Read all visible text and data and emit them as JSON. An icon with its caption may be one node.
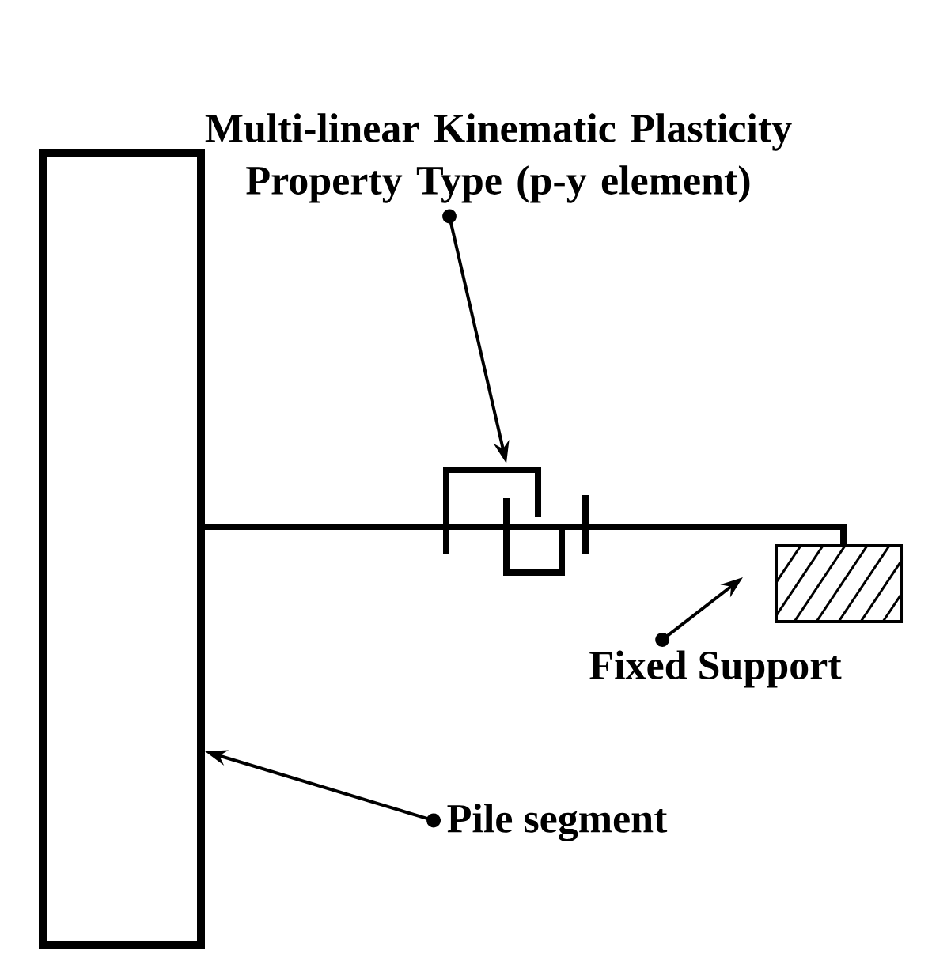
{
  "diagram": {
    "nodes": [
      {
        "text": [
          "Multi-linear Kinematic Plasticity Property Type (p-y element)"
        ]
      },
      {
        "text": [],
        "shape": "box"
      },
      {
        "text": [],
        "shape": "spring"
      },
      {
        "text": [],
        "shape": "box"
      },
      {
        "text": [
          "Fixed Support"
        ]
      },
      {
        "text": [
          "Pile segment"
        ]
      }
    ],
    "edges": [
      {
        "from": 1,
        "to": 2,
        "arrow": "none",
        "style": "thick"
      },
      {
        "from": 2,
        "to": 3,
        "arrow": "none",
        "style": "thick"
      },
      {
        "from": 0,
        "to": 2,
        "arrow": "to"
      },
      {
        "from": 4,
        "to": 3,
        "arrow": "to"
      },
      {
        "from": 5,
        "to": 1,
        "arrow": "to"
      }
    ]
  }
}
